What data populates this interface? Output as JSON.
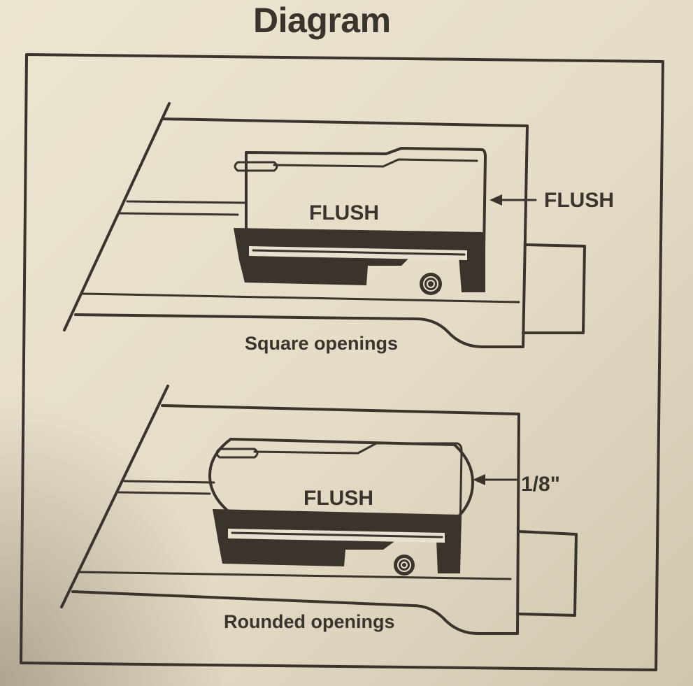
{
  "title": "Diagram",
  "panels": [
    {
      "flush_label": "FLUSH",
      "callout_label": "FLUSH",
      "caption": "Square openings"
    },
    {
      "flush_label": "FLUSH",
      "callout_label": "1/8\"",
      "caption": "Rounded openings"
    }
  ],
  "colors": {
    "ink": "#3a342c",
    "paper": "#e9e1cf"
  }
}
